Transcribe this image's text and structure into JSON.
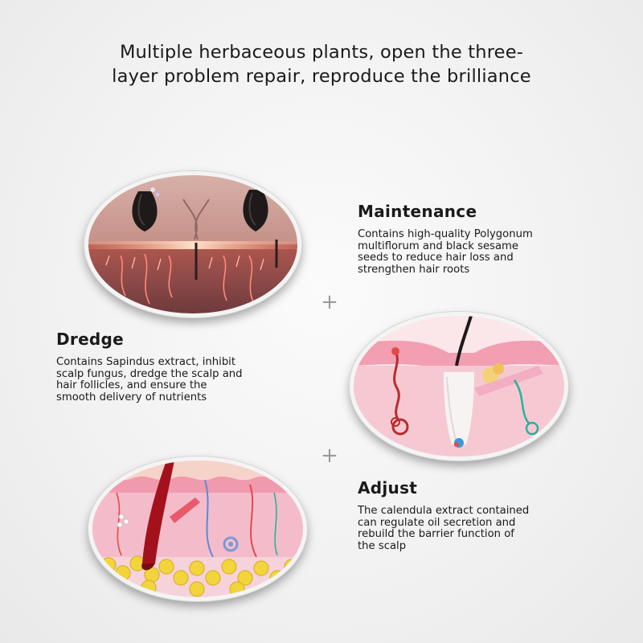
{
  "headline": {
    "line1": "Multiple herbaceous plants, open the three-",
    "line2": "layer problem repair, reproduce the brilliance"
  },
  "sections": [
    {
      "title": "Maintenance",
      "lines": [
        "Contains high-quality Polygonum",
        "multiflorum and black sesame",
        "seeds to reduce hair loss and",
        "strengthen hair roots"
      ]
    },
    {
      "title": "Dredge",
      "lines": [
        "Contains Sapindus extract, inhibit",
        "scalp fungus, dredge the scalp and",
        "hair follicles, and ensure the",
        "smooth delivery of nutrients"
      ]
    },
    {
      "title": "Adjust",
      "lines": [
        "The calendula extract contained",
        "can regulate oil secretion and",
        "rebuild the barrier function of",
        "the scalp"
      ]
    }
  ],
  "separator_glyph": "+",
  "colors": {
    "scalp_brown": "#a9736a",
    "skin_pink": "#f2b8c4",
    "dermis_pink": "#f6c9d2",
    "fat_yellow": "#f2d53c",
    "hair_dark": "#1e1a1a",
    "vessel_red": "#b82c2c"
  }
}
